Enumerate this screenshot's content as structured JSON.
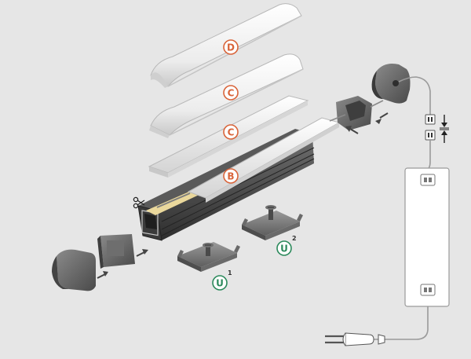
{
  "labels": {
    "d": "D",
    "c_top": "C",
    "c_mid": "C",
    "b": "B",
    "u1": "U",
    "u1_sup": "1",
    "u2": "U",
    "u2_sup": "2"
  },
  "colors": {
    "background": "#e6e6e6",
    "part_letter": "#d9643a",
    "mount_letter": "#2c8a5c",
    "aluminium": "#3c3c3c",
    "end_cap": "#5a5a5a",
    "diffuser": "#f4f4f4",
    "wire": "#9a9a9a"
  },
  "icons": [
    "scissors-icon",
    "arrow-icon",
    "screw-icon",
    "plug-icon"
  ]
}
